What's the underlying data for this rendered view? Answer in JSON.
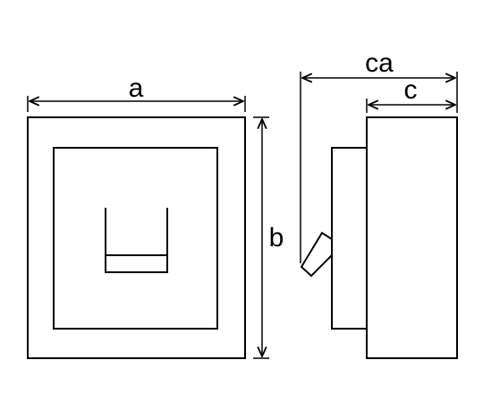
{
  "labels": {
    "a": "a",
    "b": "b",
    "ca": "ca",
    "c": "c"
  },
  "colors": {
    "stroke": "#000000",
    "background": "#ffffff"
  }
}
